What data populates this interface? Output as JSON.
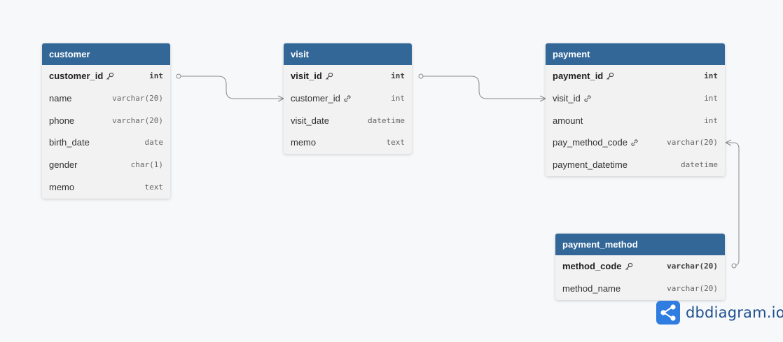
{
  "tables": {
    "customer": {
      "name": "customer",
      "fields": [
        {
          "name": "customer_id",
          "type": "int",
          "pk": true,
          "icon": "key-icon"
        },
        {
          "name": "name",
          "type": "varchar(20)"
        },
        {
          "name": "phone",
          "type": "varchar(20)"
        },
        {
          "name": "birth_date",
          "type": "date"
        },
        {
          "name": "gender",
          "type": "char(1)"
        },
        {
          "name": "memo",
          "type": "text"
        }
      ]
    },
    "visit": {
      "name": "visit",
      "fields": [
        {
          "name": "visit_id",
          "type": "int",
          "pk": true,
          "icon": "key-icon"
        },
        {
          "name": "customer_id",
          "type": "int",
          "icon": "link-icon"
        },
        {
          "name": "visit_date",
          "type": "datetime"
        },
        {
          "name": "memo",
          "type": "text"
        }
      ]
    },
    "payment": {
      "name": "payment",
      "fields": [
        {
          "name": "payment_id",
          "type": "int",
          "pk": true,
          "icon": "key-icon"
        },
        {
          "name": "visit_id",
          "type": "int",
          "icon": "link-icon"
        },
        {
          "name": "amount",
          "type": "int"
        },
        {
          "name": "pay_method_code",
          "type": "varchar(20)",
          "icon": "link-icon"
        },
        {
          "name": "payment_datetime",
          "type": "datetime"
        }
      ]
    },
    "payment_method": {
      "name": "payment_method",
      "fields": [
        {
          "name": "method_code",
          "type": "varchar(20)",
          "pk": true,
          "icon": "key-icon"
        },
        {
          "name": "method_name",
          "type": "varchar(20)"
        }
      ]
    }
  },
  "relationships": [
    {
      "from": "customer.customer_id",
      "to": "visit.customer_id",
      "cardinality": "one-to-many"
    },
    {
      "from": "visit.visit_id",
      "to": "payment.visit_id",
      "cardinality": "one-to-many"
    },
    {
      "from": "payment_method.method_code",
      "to": "payment.pay_method_code",
      "cardinality": "one-to-many"
    }
  ],
  "brand": {
    "name": "dbdiagram.io"
  },
  "colors": {
    "header": "#326798",
    "header_text": "#ffffff",
    "row_bg": "#f2f2f2",
    "connector": "#8a8a8a",
    "canvas": "#f7f8fa",
    "brand": "#1f4f8f",
    "logo_mark": "#2f7de1"
  }
}
